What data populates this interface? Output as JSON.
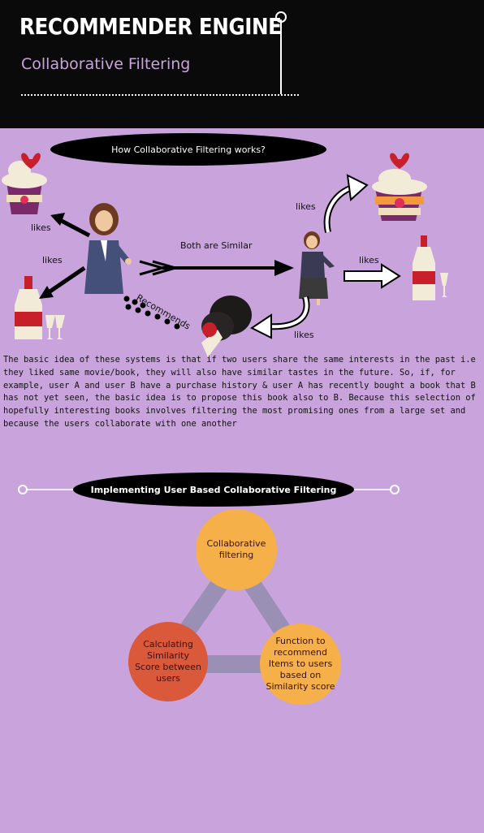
{
  "header": {
    "title": "RECOMMENDER ENGINE",
    "subtitle": "Collaborative Filtering"
  },
  "section1": {
    "heading": "How Collaborative Filtering works?",
    "labels": {
      "likes_top_left": "likes",
      "likes_mid_left": "likes",
      "likes_top_right": "likes",
      "likes_mid_right": "likes",
      "likes_bottom": "likes",
      "both_similar": "Both are Similar",
      "recommends": "Recommends"
    }
  },
  "paragraph": "The basic idea of these systems is that if two users share the same interests in the past i.e they liked same movie/book, they will also have similar tastes in the future. So, if, for example, user A and user B have a purchase history & user A has recently bought a book that B has not yet seen, the basic idea is to propose this book also to B. Because this selection of hopefully interesting books involves filtering the most promising ones from a large set and because the users collaborate with one another",
  "section2": {
    "heading": "Implementing User Based Collaborative Filtering",
    "nodes": {
      "top": "Collaborative filtering",
      "left": "Calculating Similarity Score between users",
      "right": "Function to recommend Items to users based on Similarity score"
    }
  },
  "colors": {
    "background": "#c9a4dc",
    "header": "#0b0a0b",
    "orange": "#f5b04a",
    "red": "#d9593a",
    "connector": "#9a8fb4"
  }
}
